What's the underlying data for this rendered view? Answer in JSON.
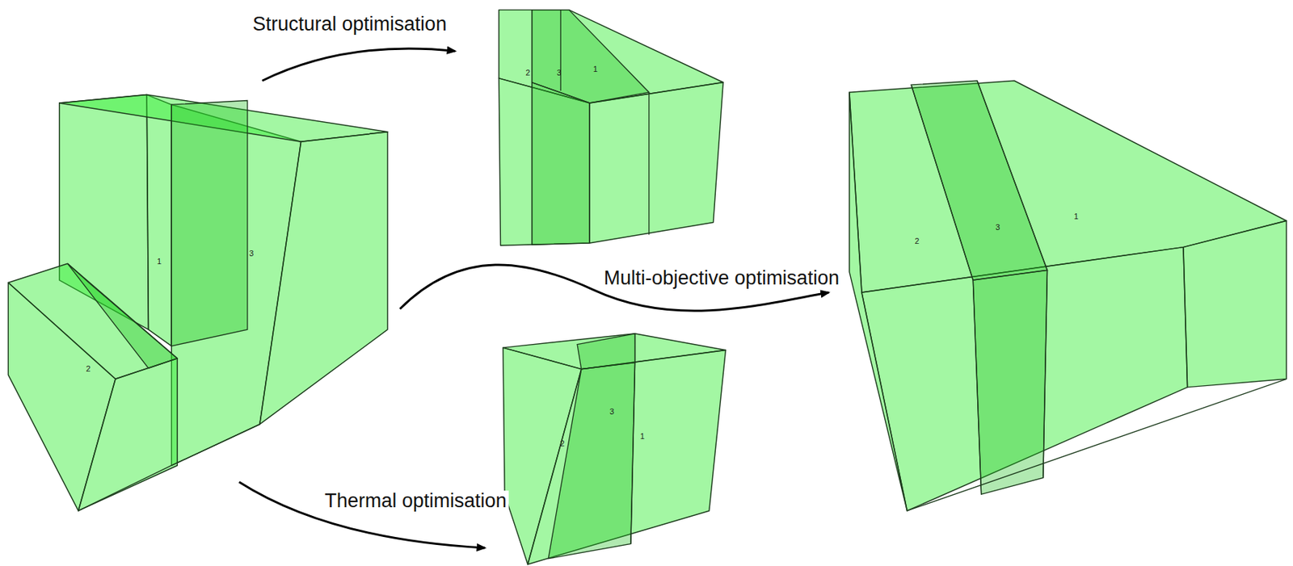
{
  "diagram": {
    "labels": [
      "Structural optimisation",
      "Multi-objective optimisation",
      "Thermal optimisation",
      "1",
      "3",
      "2",
      "2",
      "3",
      "1",
      "2",
      "3",
      "1",
      "2",
      "3",
      "1"
    ]
  }
}
